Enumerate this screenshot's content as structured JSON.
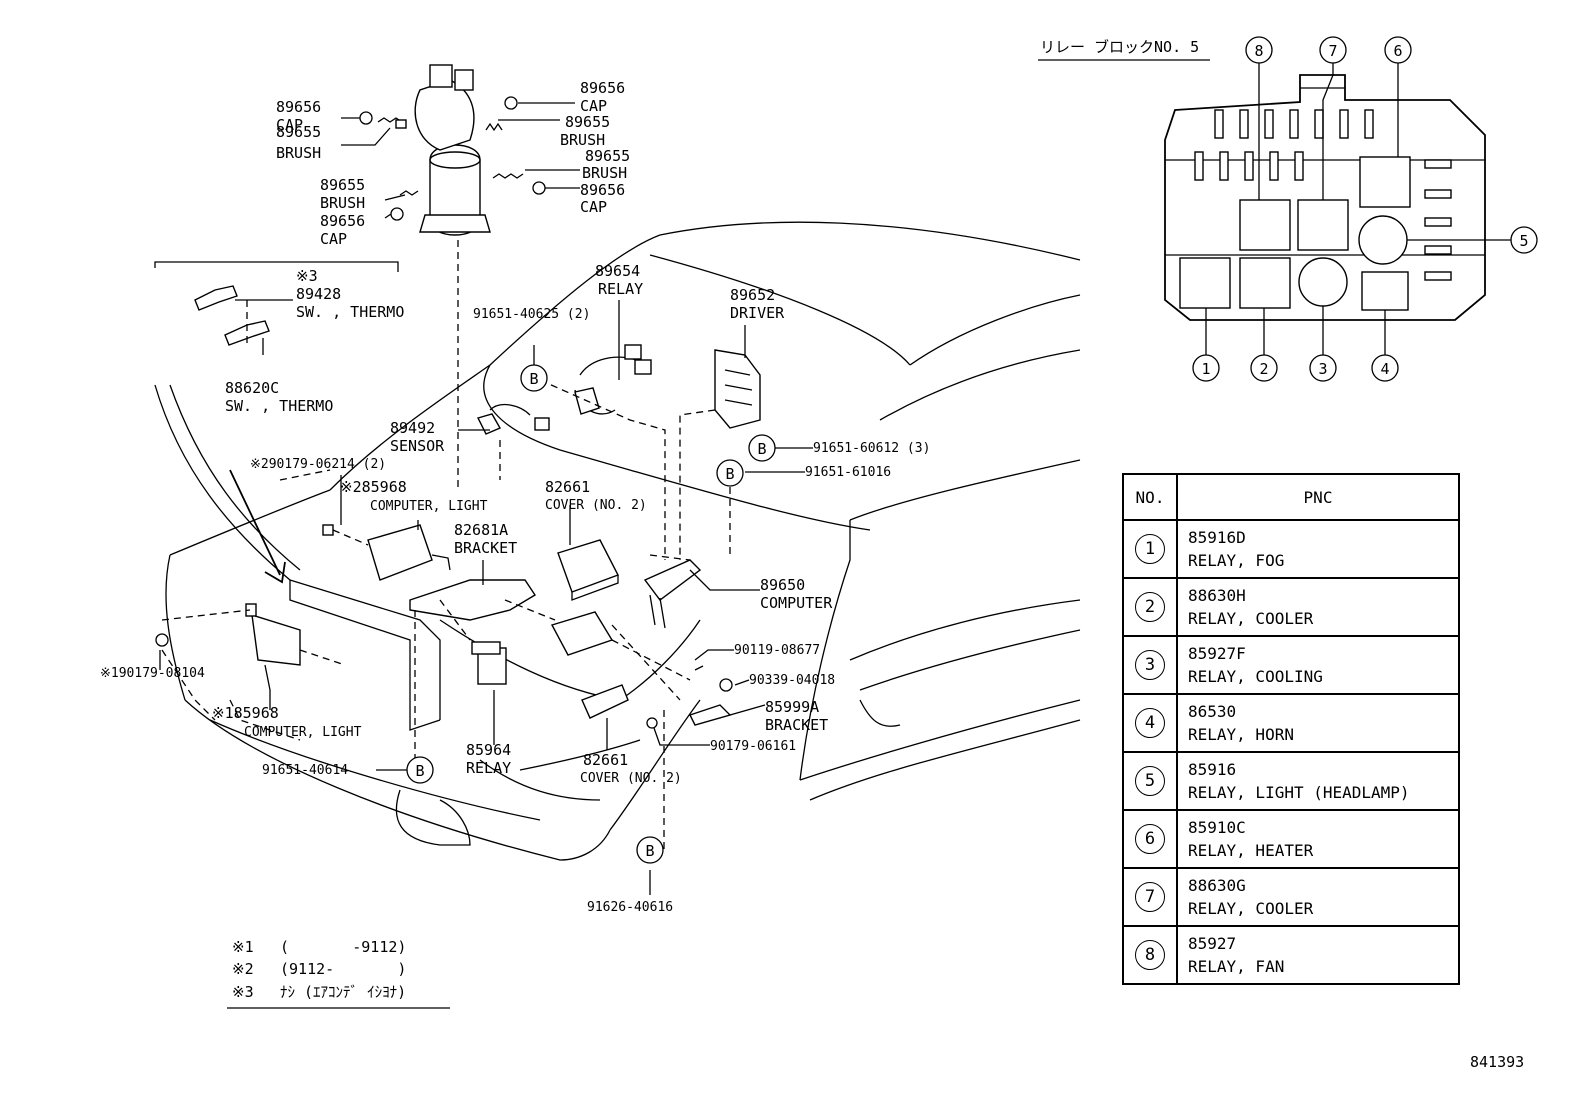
{
  "relay_block": {
    "title": "リレー ブロックNO. 5",
    "top_callouts": [
      "8",
      "7",
      "6"
    ],
    "right_callout": "5",
    "bottom_callouts": [
      "1",
      "2",
      "3",
      "4"
    ]
  },
  "labels": {
    "cap_89656_a": "89656",
    "cap_a": "CAP",
    "brush_89655_a": "89655",
    "brush_a": "BRUSH",
    "cap_89656_b": "89656",
    "cap_b": "CAP",
    "brush_89655_b": "89655",
    "brush_b": "BRUSH",
    "brush_89655_c": "89655",
    "brush_c": "BRUSH",
    "cap_89656_c": "89656",
    "cap_c": "CAP",
    "brush_89655_d": "89655",
    "brush_d": "BRUSH",
    "cap_89656_d": "89656",
    "cap_d": "CAP",
    "note3_mark": "※3",
    "thermo_89428": "89428",
    "thermo_89428_desc": "SW. , THERMO",
    "thermo_88620c": "88620C",
    "thermo_88620c_desc": "SW. , THERMO",
    "relay_89654": "89654",
    "relay_89654_desc": "RELAY",
    "bolt_40625": "91651-40625 (2)",
    "driver_89652": "89652",
    "driver_89652_desc": "DRIVER",
    "sensor_89492": "89492",
    "sensor_89492_desc": "SENSOR",
    "bolt_60612": "91651-60612 (3)",
    "bolt_61016": "91651-61016",
    "nut_06214": "※290179-06214 (2)",
    "comp_85968_a": "※285968",
    "comp_85968_a_desc": "COMPUTER, LIGHT",
    "cover_82661_a": "82661",
    "cover_82661_a_desc": "COVER (NO. 2)",
    "bracket_82681a": "82681A",
    "bracket_82681a_desc": "BRACKET",
    "computer_89650": "89650",
    "computer_89650_desc": "COMPUTER",
    "screw_08677": "90119-08677",
    "clip_04018": "90339-04018",
    "bracket_85999a": "85999A",
    "bracket_85999a_desc": "BRACKET",
    "nut_06161": "90179-06161",
    "nut_08104": "※190179-08104",
    "comp_85968_b": "※185968",
    "comp_85968_b_desc": "COMPUTER, LIGHT",
    "bolt_40614": "91651-40614",
    "relay_85964": "85964",
    "relay_85964_desc": "RELAY",
    "cover_82661_b": "82661",
    "cover_82661_b_desc": "COVER (NO. 2)",
    "bolt_40616": "91626-40616",
    "b_mark": "B"
  },
  "notes": [
    {
      "mark": "※1",
      "text": "(       -9112)"
    },
    {
      "mark": "※2",
      "text": "(9112-       )"
    },
    {
      "mark": "※3",
      "text": "ﾅｼ (ｴｱｺﾝﾃﾞ ｲｼﾖﾅ)"
    }
  ],
  "table": {
    "headers": [
      "NO.",
      "PNC"
    ],
    "rows": [
      {
        "no": "1",
        "pnc": "85916D",
        "desc": "RELAY, FOG"
      },
      {
        "no": "2",
        "pnc": "88630H",
        "desc": "RELAY, COOLER"
      },
      {
        "no": "3",
        "pnc": "85927F",
        "desc": "RELAY, COOLING"
      },
      {
        "no": "4",
        "pnc": "86530",
        "desc": "RELAY, HORN"
      },
      {
        "no": "5",
        "pnc": "85916",
        "desc": "RELAY, LIGHT (HEADLAMP)"
      },
      {
        "no": "6",
        "pnc": "85910C",
        "desc": "RELAY, HEATER"
      },
      {
        "no": "7",
        "pnc": "88630G",
        "desc": "RELAY, COOLER"
      },
      {
        "no": "8",
        "pnc": "85927",
        "desc": "RELAY, FAN"
      }
    ]
  },
  "figure_id": "841393"
}
